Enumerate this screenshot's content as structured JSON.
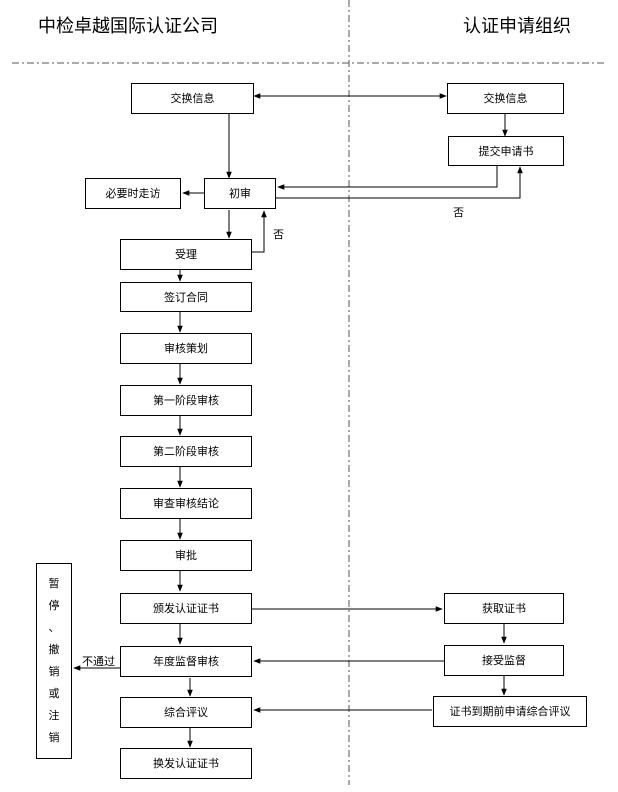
{
  "header": {
    "left_title": "中检卓越国际认证公司",
    "right_title": "认证申请组织"
  },
  "nodes": {
    "exchange_left": "交换信息",
    "exchange_right": "交换信息",
    "submit_application": "提交申请书",
    "visit": "必要时走访",
    "preliminary_review": "初审",
    "acceptance": "受理",
    "sign_contract": "签订合同",
    "audit_planning": "审核策划",
    "stage1_audit": "第一阶段审核",
    "stage2_audit": "第二阶段审核",
    "review_conclusion": "审查审核结论",
    "approval": "审批",
    "issue_certificate": "颁发认证证书",
    "obtain_certificate": "获取证书",
    "annual_surveillance": "年度监督审核",
    "accept_surveillance": "接受监督",
    "comprehensive_evaluation": "综合评议",
    "expiry_application": "证书到期前申请综合评议",
    "reissue_certificate": "换发认证证书",
    "suspend_chars": [
      "暂",
      "停",
      "、",
      "撤",
      "销",
      "或",
      "注",
      "销"
    ]
  },
  "edge_labels": {
    "no_right": "否",
    "no_left": "否",
    "failed": "不通过"
  }
}
